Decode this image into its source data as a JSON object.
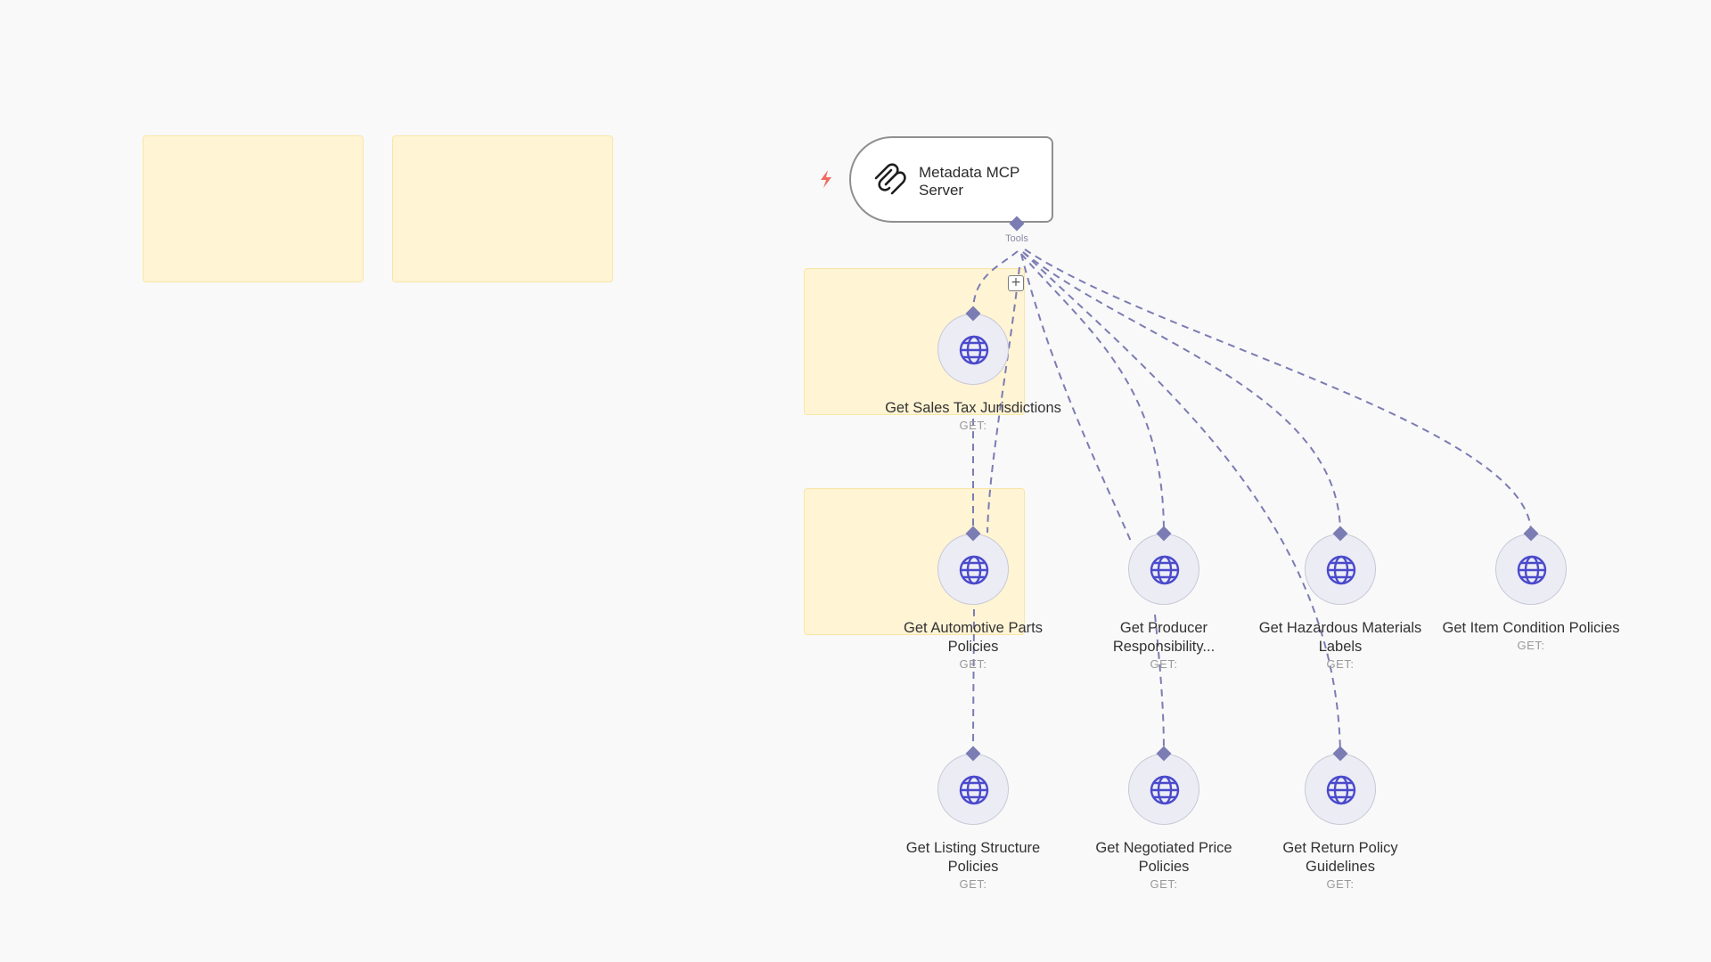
{
  "canvas": {
    "accent_color": "#7c7cb4",
    "sticky_color": "#fff4d4",
    "trigger_color": "#ee6a5f"
  },
  "mcp_node": {
    "label": "Metadata MCP Server",
    "icon": "mcp-icon",
    "handle_label": "Tools",
    "add_button": "+"
  },
  "tools": [
    {
      "name": "Get Sales Tax Jurisdictions",
      "method": "GET:",
      "icon": "globe-icon"
    },
    {
      "name": "Get Automotive Parts Policies",
      "method": "GET:",
      "icon": "globe-icon"
    },
    {
      "name": "Get Producer Responsibility...",
      "method": "GET:",
      "icon": "globe-icon"
    },
    {
      "name": "Get Hazardous Materials Labels",
      "method": "GET:",
      "icon": "globe-icon"
    },
    {
      "name": "Get Item Condition Policies",
      "method": "GET:",
      "icon": "globe-icon"
    },
    {
      "name": "Get Listing Structure Policies",
      "method": "GET:",
      "icon": "globe-icon"
    },
    {
      "name": "Get Negotiated Price Policies",
      "method": "GET:",
      "icon": "globe-icon"
    },
    {
      "name": "Get Return Policy Guidelines",
      "method": "GET:",
      "icon": "globe-icon"
    }
  ]
}
